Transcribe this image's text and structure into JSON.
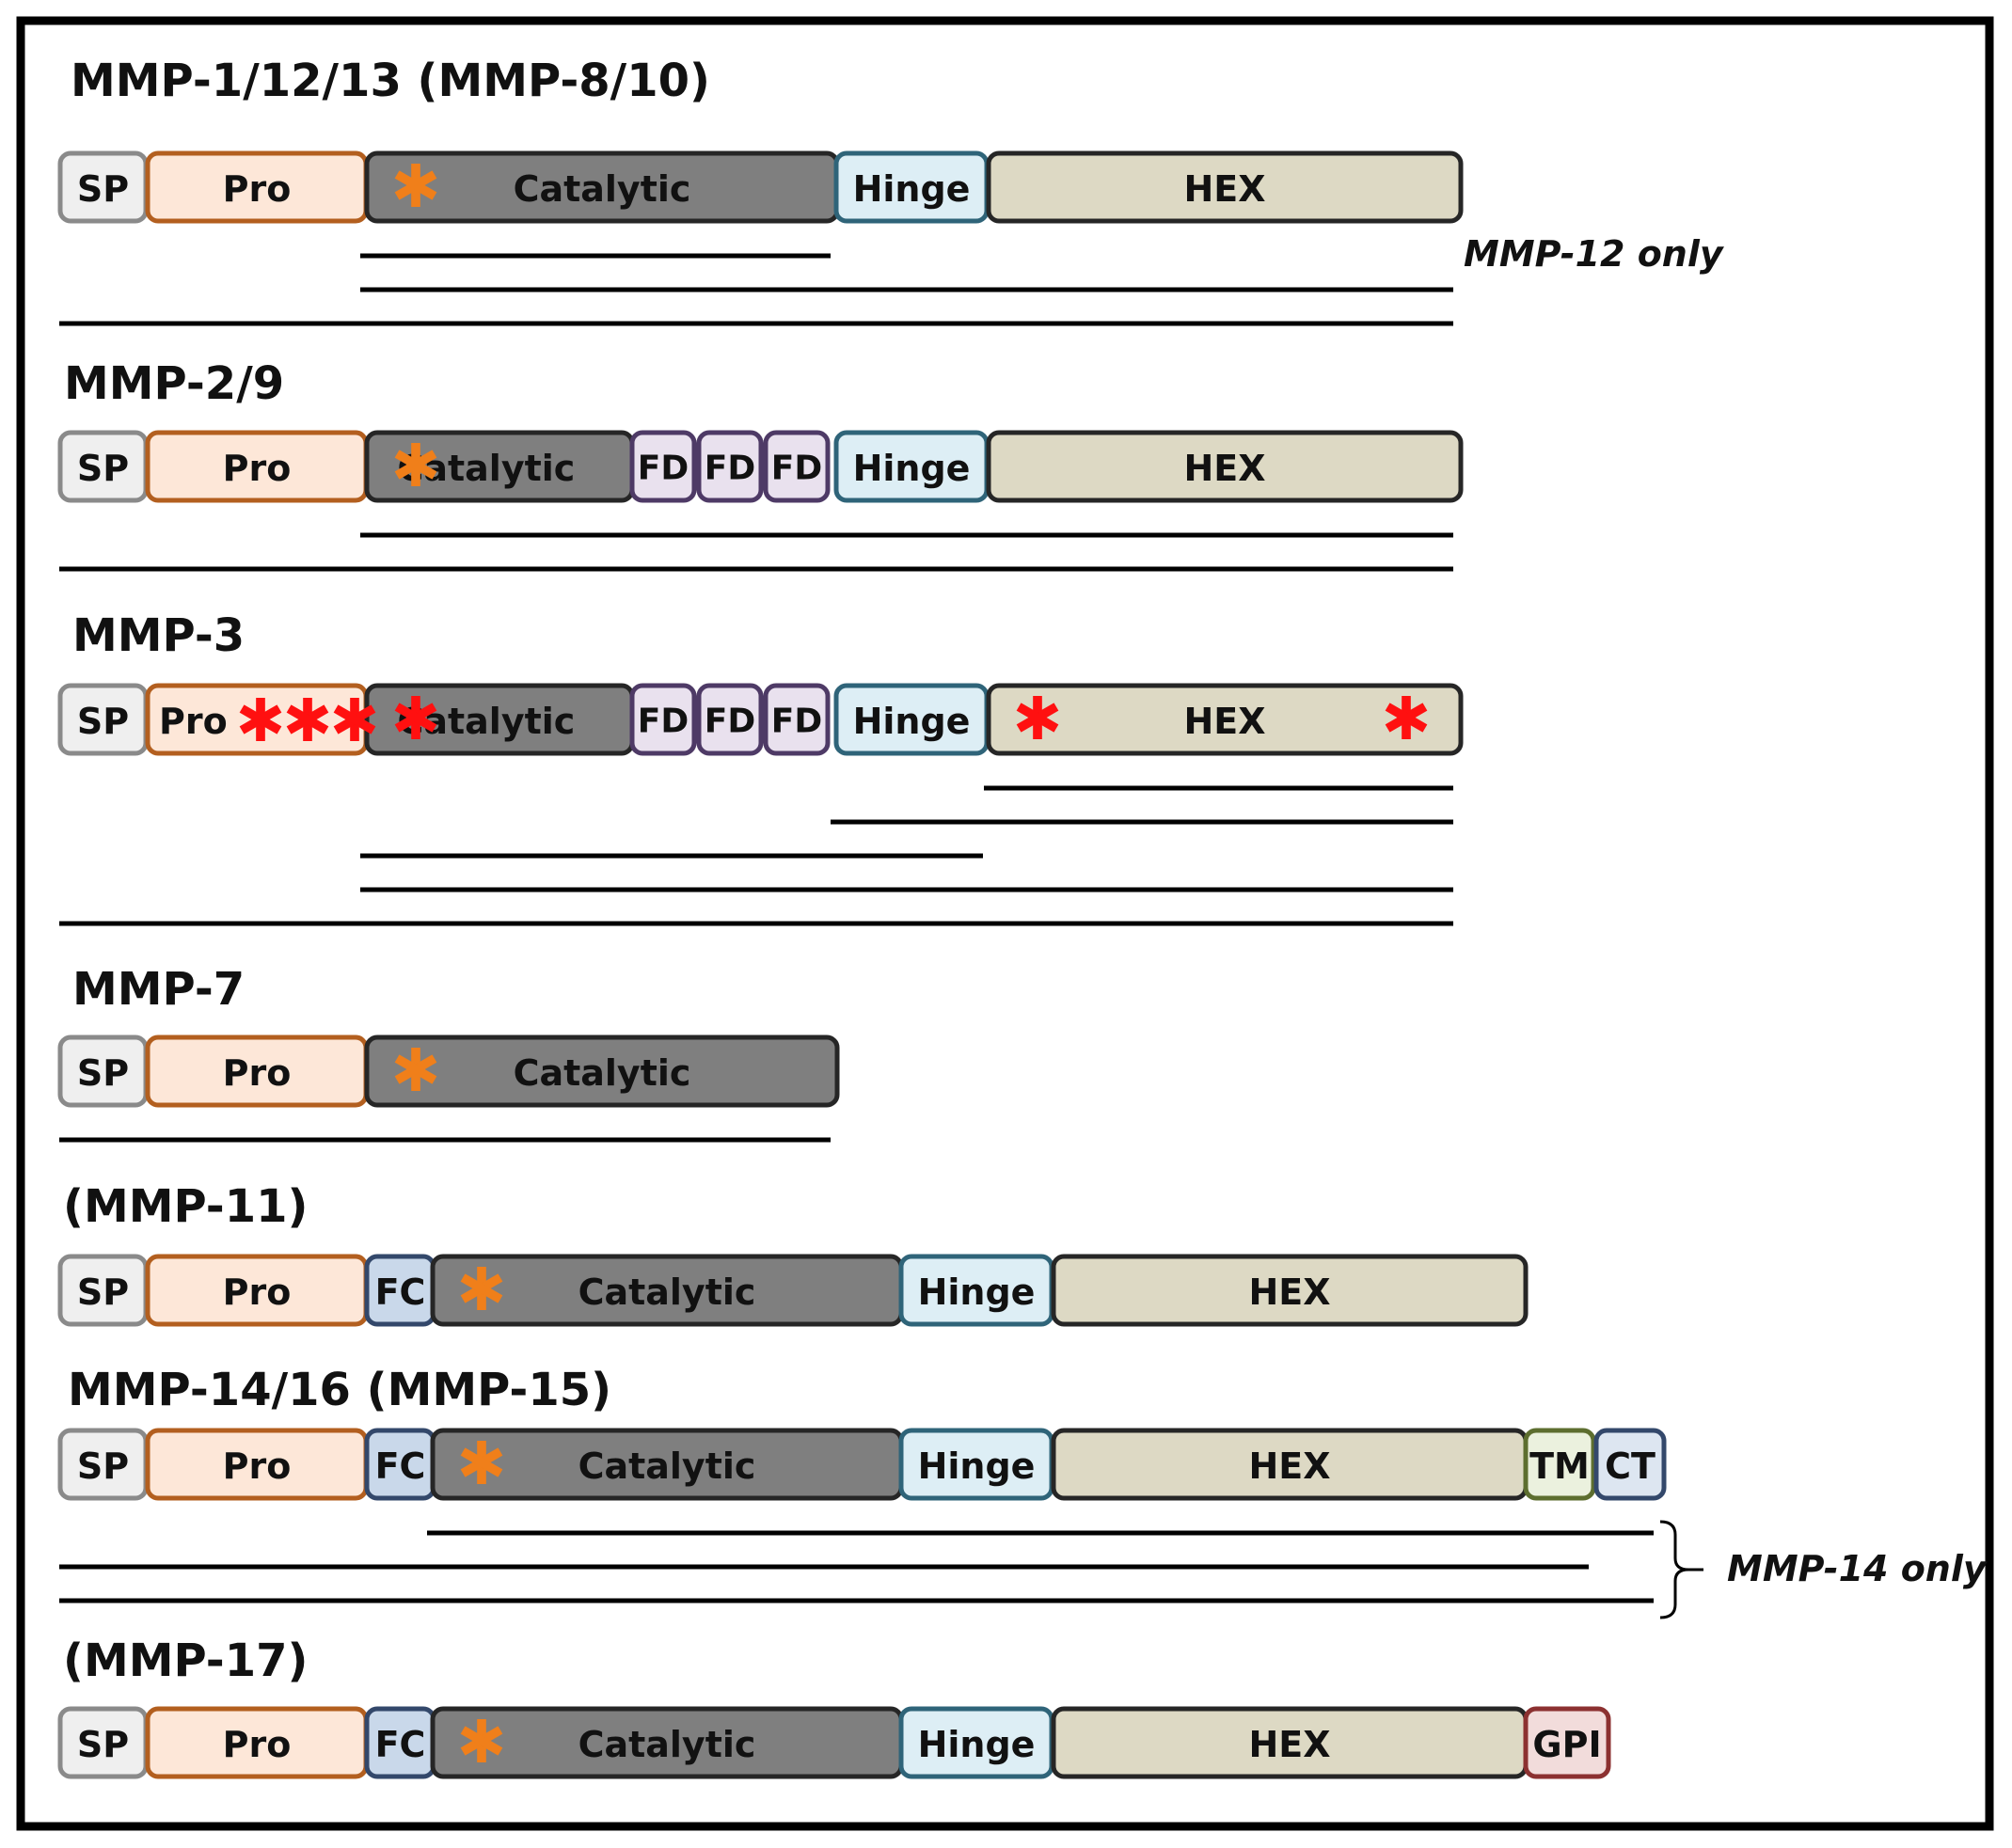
{
  "colors": {
    "sp": {
      "fill": "#efefef",
      "stroke": "#8a8a8a",
      "text": "#111111"
    },
    "pro": {
      "fill": "#fde7d8",
      "stroke": "#b35f1f",
      "text": "#111111"
    },
    "catalytic": {
      "fill": "#7f7f7f",
      "stroke": "#262626",
      "text": "#111111"
    },
    "fd": {
      "fill": "#e9e1ee",
      "stroke": "#4e3a66",
      "text": "#111111"
    },
    "hinge": {
      "fill": "#ddeef5",
      "stroke": "#2f6479",
      "text": "#111111"
    },
    "hex": {
      "fill": "#ddd9c4",
      "stroke": "#262626",
      "text": "#111111"
    },
    "fc": {
      "fill": "#c9d8ea",
      "stroke": "#33486b",
      "text": "#111111"
    },
    "tm": {
      "fill": "#ebf1de",
      "stroke": "#5d6e2f",
      "text": "#111111"
    },
    "ct": {
      "fill": "#dde6f1",
      "stroke": "#33486b",
      "text": "#111111"
    },
    "gpi": {
      "fill": "#f2dcdb",
      "stroke": "#8c3131",
      "text": "#111111"
    },
    "star_orange": "#f07f1a",
    "star_red": "#ff1010",
    "line": "#000000",
    "frame": "#000000"
  },
  "groups": [
    {
      "id": "mmp1",
      "title": "MMP-1/12/13 (MMP-8/10)",
      "domains": [
        {
          "type": "sp",
          "label": "SP"
        },
        {
          "type": "pro",
          "label": "Pro"
        },
        {
          "type": "catalytic",
          "label": "Catalytic"
        },
        {
          "type": "hinge",
          "label": "Hinge"
        },
        {
          "type": "hex",
          "label": "HEX"
        }
      ],
      "stars": [
        {
          "color": "orange",
          "domain": "catalytic"
        }
      ],
      "note": "MMP-12 only"
    },
    {
      "id": "mmp2",
      "title": "MMP-2/9",
      "domains": [
        {
          "type": "sp",
          "label": "SP"
        },
        {
          "type": "pro",
          "label": "Pro"
        },
        {
          "type": "catalytic",
          "label": "Catalytic"
        },
        {
          "type": "fd",
          "label": "FD"
        },
        {
          "type": "fd",
          "label": "FD"
        },
        {
          "type": "fd",
          "label": "FD"
        },
        {
          "type": "hinge",
          "label": "Hinge"
        },
        {
          "type": "hex",
          "label": "HEX"
        }
      ],
      "stars": [
        {
          "color": "orange",
          "domain": "catalytic"
        }
      ]
    },
    {
      "id": "mmp3",
      "title": "MMP-3",
      "domains": [
        {
          "type": "sp",
          "label": "SP"
        },
        {
          "type": "pro",
          "label": "Pro"
        },
        {
          "type": "catalytic",
          "label": "Catalytic"
        },
        {
          "type": "fd",
          "label": "FD"
        },
        {
          "type": "fd",
          "label": "FD"
        },
        {
          "type": "fd",
          "label": "FD"
        },
        {
          "type": "hinge",
          "label": "Hinge"
        },
        {
          "type": "hex",
          "label": "HEX"
        }
      ],
      "stars": [
        {
          "color": "red",
          "domain": "pro",
          "count": 3
        },
        {
          "color": "red",
          "domain": "catalytic"
        },
        {
          "color": "red",
          "domain": "hex",
          "count": 2
        }
      ]
    },
    {
      "id": "mmp7",
      "title": "MMP-7",
      "domains": [
        {
          "type": "sp",
          "label": "SP"
        },
        {
          "type": "pro",
          "label": "Pro"
        },
        {
          "type": "catalytic",
          "label": "Catalytic"
        }
      ],
      "stars": [
        {
          "color": "orange",
          "domain": "catalytic"
        }
      ]
    },
    {
      "id": "mmp11",
      "title": "(MMP-11)",
      "domains": [
        {
          "type": "sp",
          "label": "SP"
        },
        {
          "type": "pro",
          "label": "Pro"
        },
        {
          "type": "fc",
          "label": "FC"
        },
        {
          "type": "catalytic",
          "label": "Catalytic"
        },
        {
          "type": "hinge",
          "label": "Hinge"
        },
        {
          "type": "hex",
          "label": "HEX"
        }
      ],
      "stars": [
        {
          "color": "orange",
          "domain": "catalytic"
        }
      ]
    },
    {
      "id": "mmp14",
      "title": "MMP-14/16 (MMP-15)",
      "domains": [
        {
          "type": "sp",
          "label": "SP"
        },
        {
          "type": "pro",
          "label": "Pro"
        },
        {
          "type": "fc",
          "label": "FC"
        },
        {
          "type": "catalytic",
          "label": "Catalytic"
        },
        {
          "type": "hinge",
          "label": "Hinge"
        },
        {
          "type": "hex",
          "label": "HEX"
        },
        {
          "type": "tm",
          "label": "TM"
        },
        {
          "type": "ct",
          "label": "CT"
        }
      ],
      "stars": [
        {
          "color": "orange",
          "domain": "catalytic"
        }
      ],
      "note": "MMP-14 only"
    },
    {
      "id": "mmp17",
      "title": "(MMP-17)",
      "domains": [
        {
          "type": "sp",
          "label": "SP"
        },
        {
          "type": "pro",
          "label": "Pro"
        },
        {
          "type": "fc",
          "label": "FC"
        },
        {
          "type": "catalytic",
          "label": "Catalytic"
        },
        {
          "type": "hinge",
          "label": "Hinge"
        },
        {
          "type": "hex",
          "label": "HEX"
        },
        {
          "type": "gpi",
          "label": "GPI"
        }
      ],
      "stars": [
        {
          "color": "orange",
          "domain": "catalytic"
        }
      ]
    }
  ]
}
